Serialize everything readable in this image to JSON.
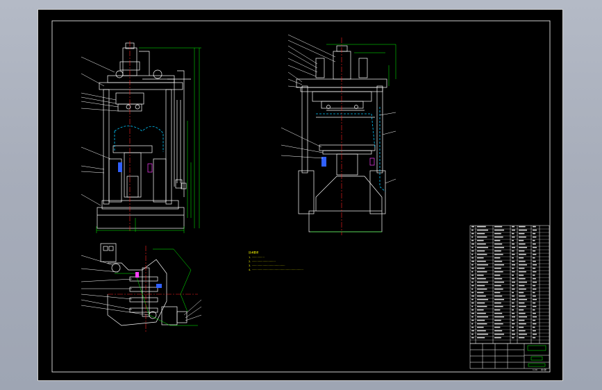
{
  "drawing": {
    "sheet_color": "#000000",
    "line_colors": {
      "outline": "#ffffff",
      "center": "#ff2020",
      "dimension": "#00ff00",
      "hidden": "#00c8ff",
      "notes": "#ffff00",
      "hatch": "#3060ff",
      "highlight": "#ff40ff"
    },
    "views": [
      "front-view",
      "side-view",
      "top-view"
    ],
    "technical_notes": [
      "技术要求",
      "1. ················",
      "2. ······························",
      "3. ··········································",
      "4. ·································································"
    ],
    "title_block": {
      "drawing_name": "",
      "material": "",
      "scale": "1:20",
      "sheet": "共1张"
    }
  }
}
